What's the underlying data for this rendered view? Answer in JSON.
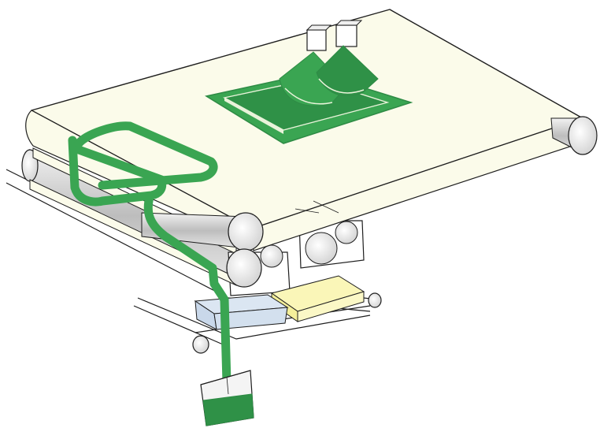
{
  "diagram": {
    "labels": [],
    "colors": {
      "background": "#ffffff",
      "belt": "#fbfbea",
      "outline": "#1e1e1e",
      "green_fill": "#3aa552",
      "green_dark": "#2e8b45",
      "green_stroke": "#2f9147",
      "roller": "#d9d9d9",
      "tray_blue": "#c9d8ea",
      "tray_yellow": "#faf6b8",
      "bin_frame": "#f4f4f4"
    },
    "components": [
      "upper-conveyor-belt",
      "lower-conveyor-belt",
      "spray-nozzles",
      "coating-plate",
      "green-wash-stream",
      "collection-container",
      "blue-tray",
      "yellow-tray"
    ]
  }
}
